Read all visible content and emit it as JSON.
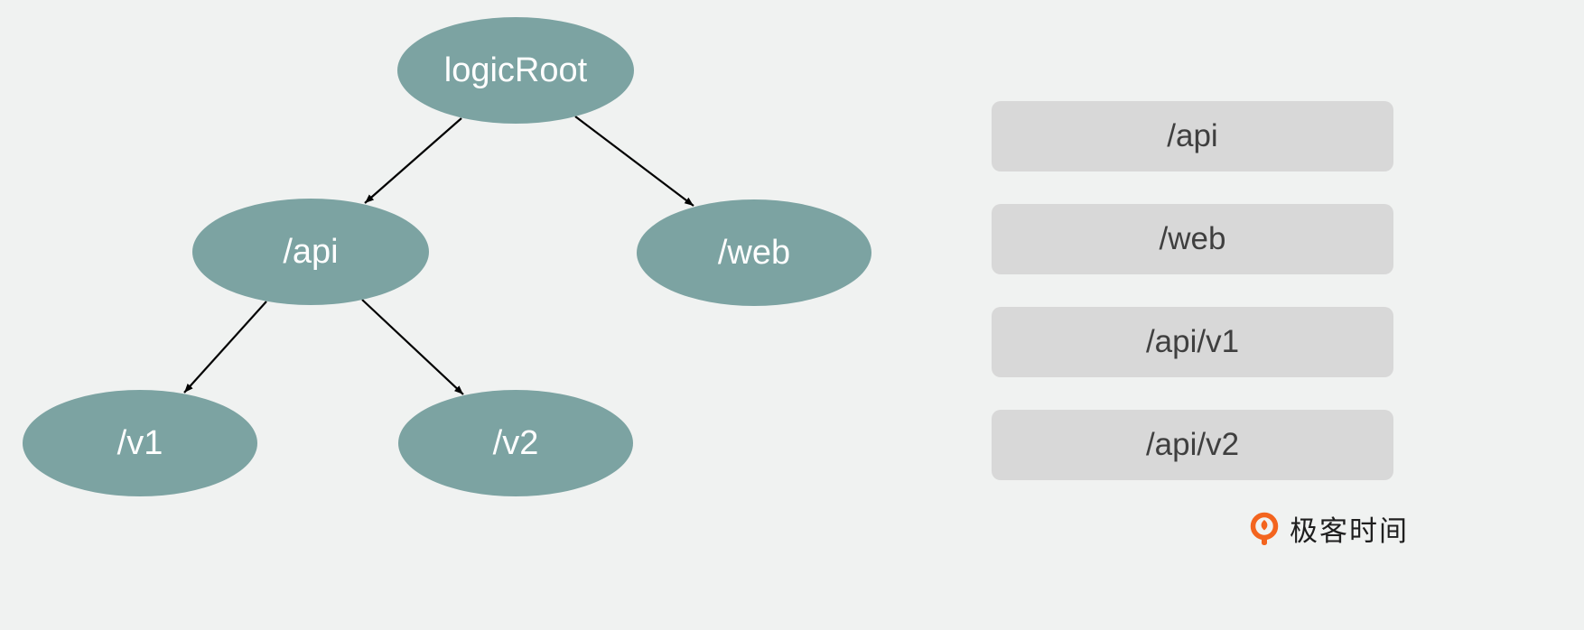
{
  "diagram": {
    "nodes": [
      {
        "id": "logicRoot",
        "label": "logicRoot"
      },
      {
        "id": "api",
        "label": "/api"
      },
      {
        "id": "web",
        "label": "/web"
      },
      {
        "id": "v1",
        "label": "/v1"
      },
      {
        "id": "v2",
        "label": "/v2"
      }
    ],
    "edges": [
      {
        "from": "logicRoot",
        "to": "api"
      },
      {
        "from": "logicRoot",
        "to": "web"
      },
      {
        "from": "api",
        "to": "v1"
      },
      {
        "from": "api",
        "to": "v2"
      }
    ]
  },
  "paths_list": {
    "items": [
      {
        "label": "/api"
      },
      {
        "label": "/web"
      },
      {
        "label": "/api/v1"
      },
      {
        "label": "/api/v2"
      }
    ]
  },
  "branding": {
    "name": "极客时间"
  },
  "colors": {
    "background": "#f0f2f1",
    "node_fill": "#7ca3a2",
    "node_text": "#ffffff",
    "card_fill": "#d8d8d8",
    "card_text": "#3f3f3f",
    "edge": "#000000",
    "brand_orange": "#f3641e",
    "brand_text": "#1f1f1f"
  }
}
